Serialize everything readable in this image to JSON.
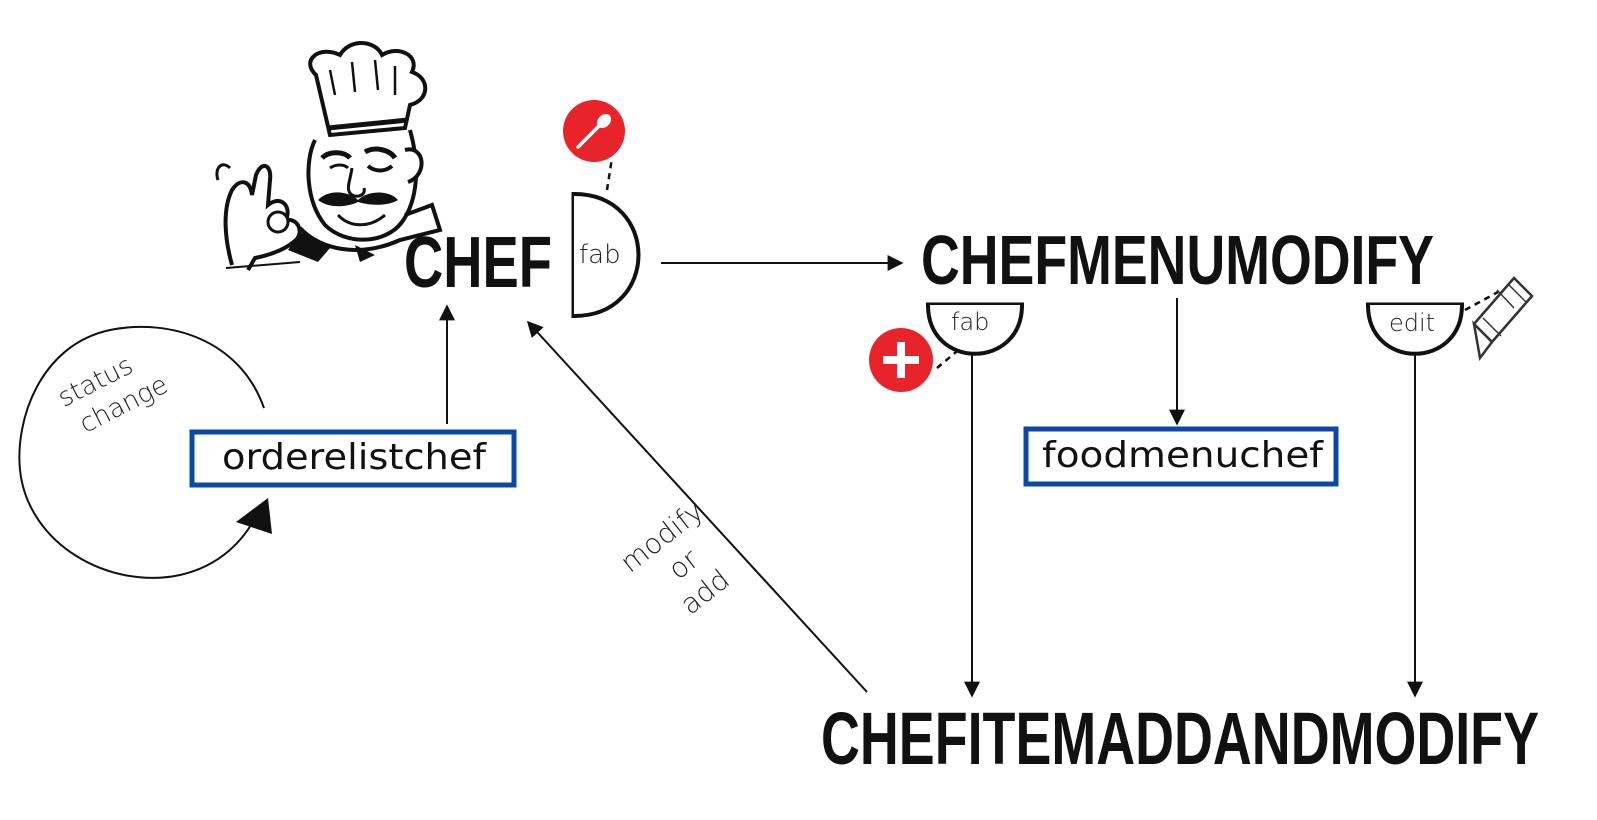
{
  "screens": {
    "chef": "CHEF",
    "chef_menu_modify": "CHEFMENUMODIFY",
    "chef_item_add_modify": "CHEFITEMADDANDMODIFY"
  },
  "fabs": {
    "chef_fab": "fab",
    "menu_fab": "fab",
    "menu_edit": "edit"
  },
  "lists": {
    "order_list": "orderelistchef",
    "food_menu": "foodmenuchef"
  },
  "notes": {
    "status_change_line1": "status",
    "status_change_line2": "change",
    "modify_or_add_line1": "modify",
    "modify_or_add_line2": "or",
    "modify_or_add_line3": "add"
  },
  "icons": {
    "spoon": "spoon-icon",
    "plus": "plus-icon",
    "pencil": "pencil-icon",
    "chef": "chef-illustration"
  },
  "colors": {
    "fab_red": "#e8242a",
    "list_border_blue": "#0b49a8",
    "ink": "#111111"
  }
}
